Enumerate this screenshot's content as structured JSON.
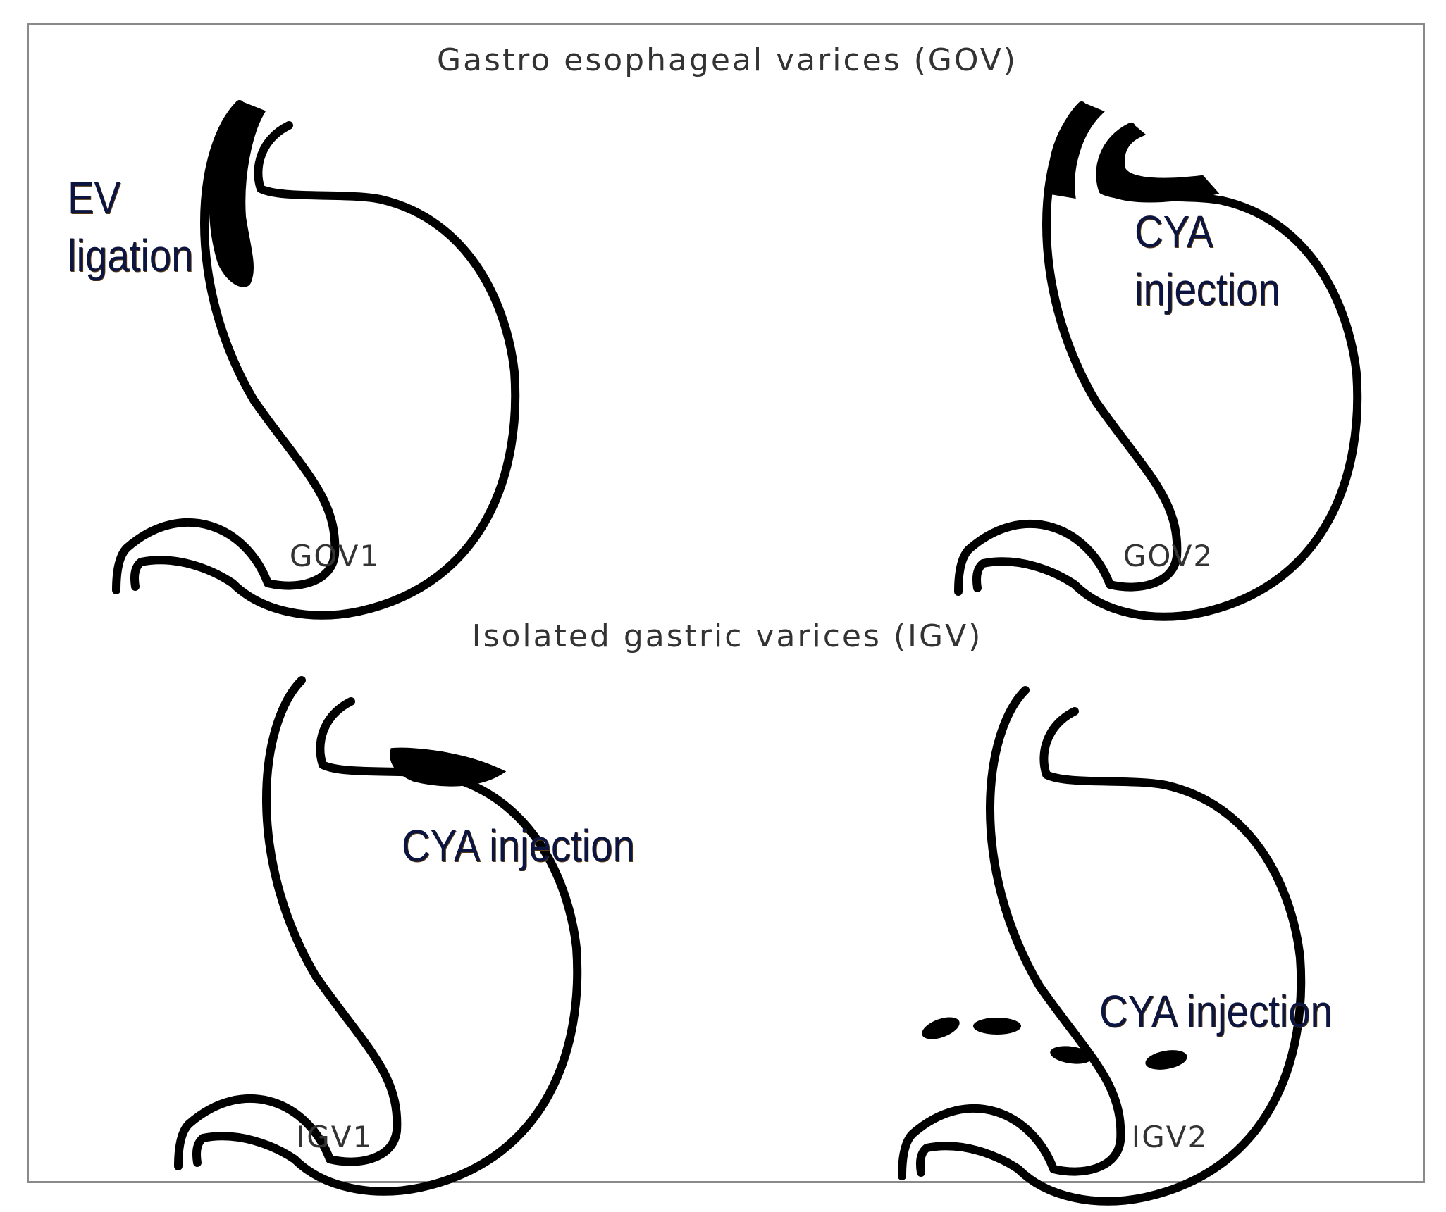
{
  "sections": {
    "gov_title": "Gastro esophageal varices (GOV)",
    "igv_title": "Isolated gastric varices (IGV)"
  },
  "panels": {
    "gov1": {
      "label": "GOV1",
      "annotation_line1": "EV",
      "annotation_line2": "ligation"
    },
    "gov2": {
      "label": "GOV2",
      "annotation_line1": "CYA",
      "annotation_line2": "injection"
    },
    "igv1": {
      "label": "IGV1",
      "annotation": "CYA injection"
    },
    "igv2": {
      "label": "IGV2",
      "annotation": "CYA injection"
    }
  },
  "colors": {
    "outline": "#000000",
    "frame": "#8a8a8a",
    "annotation_text": "#0c1440",
    "label_text": "#333333"
  }
}
